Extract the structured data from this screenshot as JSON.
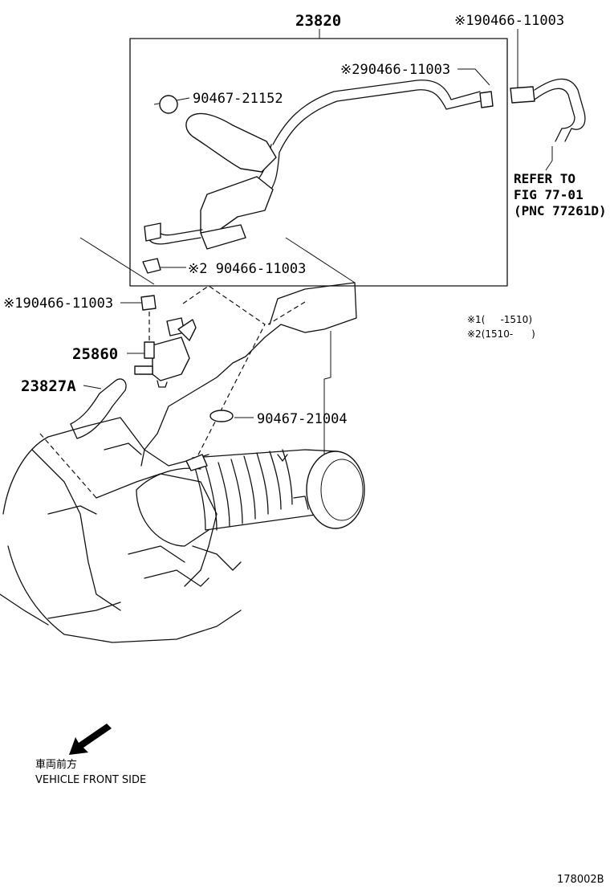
{
  "labels": {
    "assembly": "23820",
    "top_right": "※190466-11003",
    "clamp_right": "※290466-11003",
    "clip_top": "90467-21152",
    "mid_clamp": "※2 90466-11003",
    "left_clamp": "※190466-11003",
    "valve": "25860",
    "hose": "23827A",
    "clip_lower": "90467-21004",
    "refer_line1": "REFER TO",
    "refer_line2": "FIG 77-01",
    "refer_line3": "(PNC 77261D)",
    "note1": "※1(     -1510)",
    "note2": "※2(1510-      )",
    "front_jp": "車両前方",
    "front_en": "VEHICLE FRONT SIDE",
    "figure_id": "178002B"
  }
}
